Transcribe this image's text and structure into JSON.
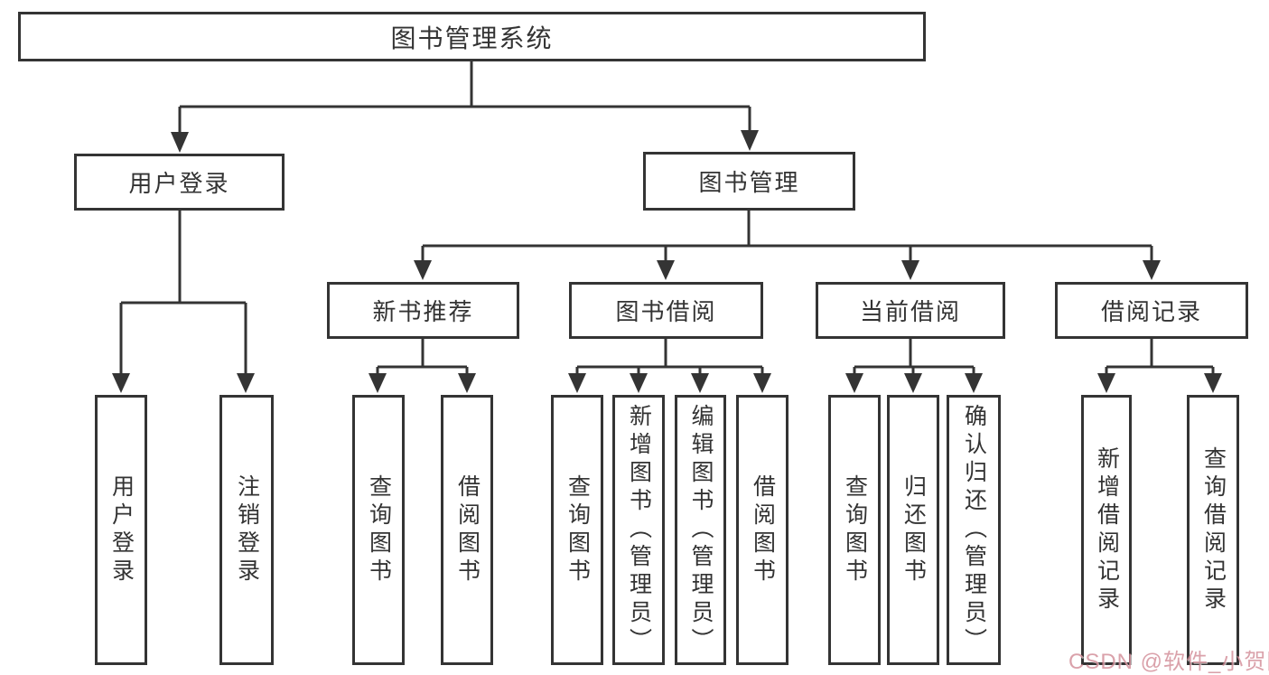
{
  "diagram": {
    "root": "图书管理系统",
    "level1": [
      {
        "label": "用户登录",
        "children": [
          "用户登录",
          "注销登录"
        ]
      },
      {
        "label": "图书管理",
        "children": [
          {
            "label": "新书推荐",
            "children": [
              "查询图书",
              "借阅图书"
            ]
          },
          {
            "label": "图书借阅",
            "children": [
              "查询图书",
              "新增图书（管理员）",
              "编辑图书（管理员）",
              "借阅图书"
            ]
          },
          {
            "label": "当前借阅",
            "children": [
              "查询图书",
              "归还图书",
              "确认归还（管理员）"
            ]
          },
          {
            "label": "借阅记录",
            "children": [
              "新增借阅记录",
              "查询借阅记录"
            ]
          }
        ]
      }
    ]
  },
  "watermark": "CSDN @软件_小贺同学",
  "colors": {
    "line": "#343434",
    "text": "#333333",
    "watermark": "rgba(205,130,142,0.75)"
  }
}
